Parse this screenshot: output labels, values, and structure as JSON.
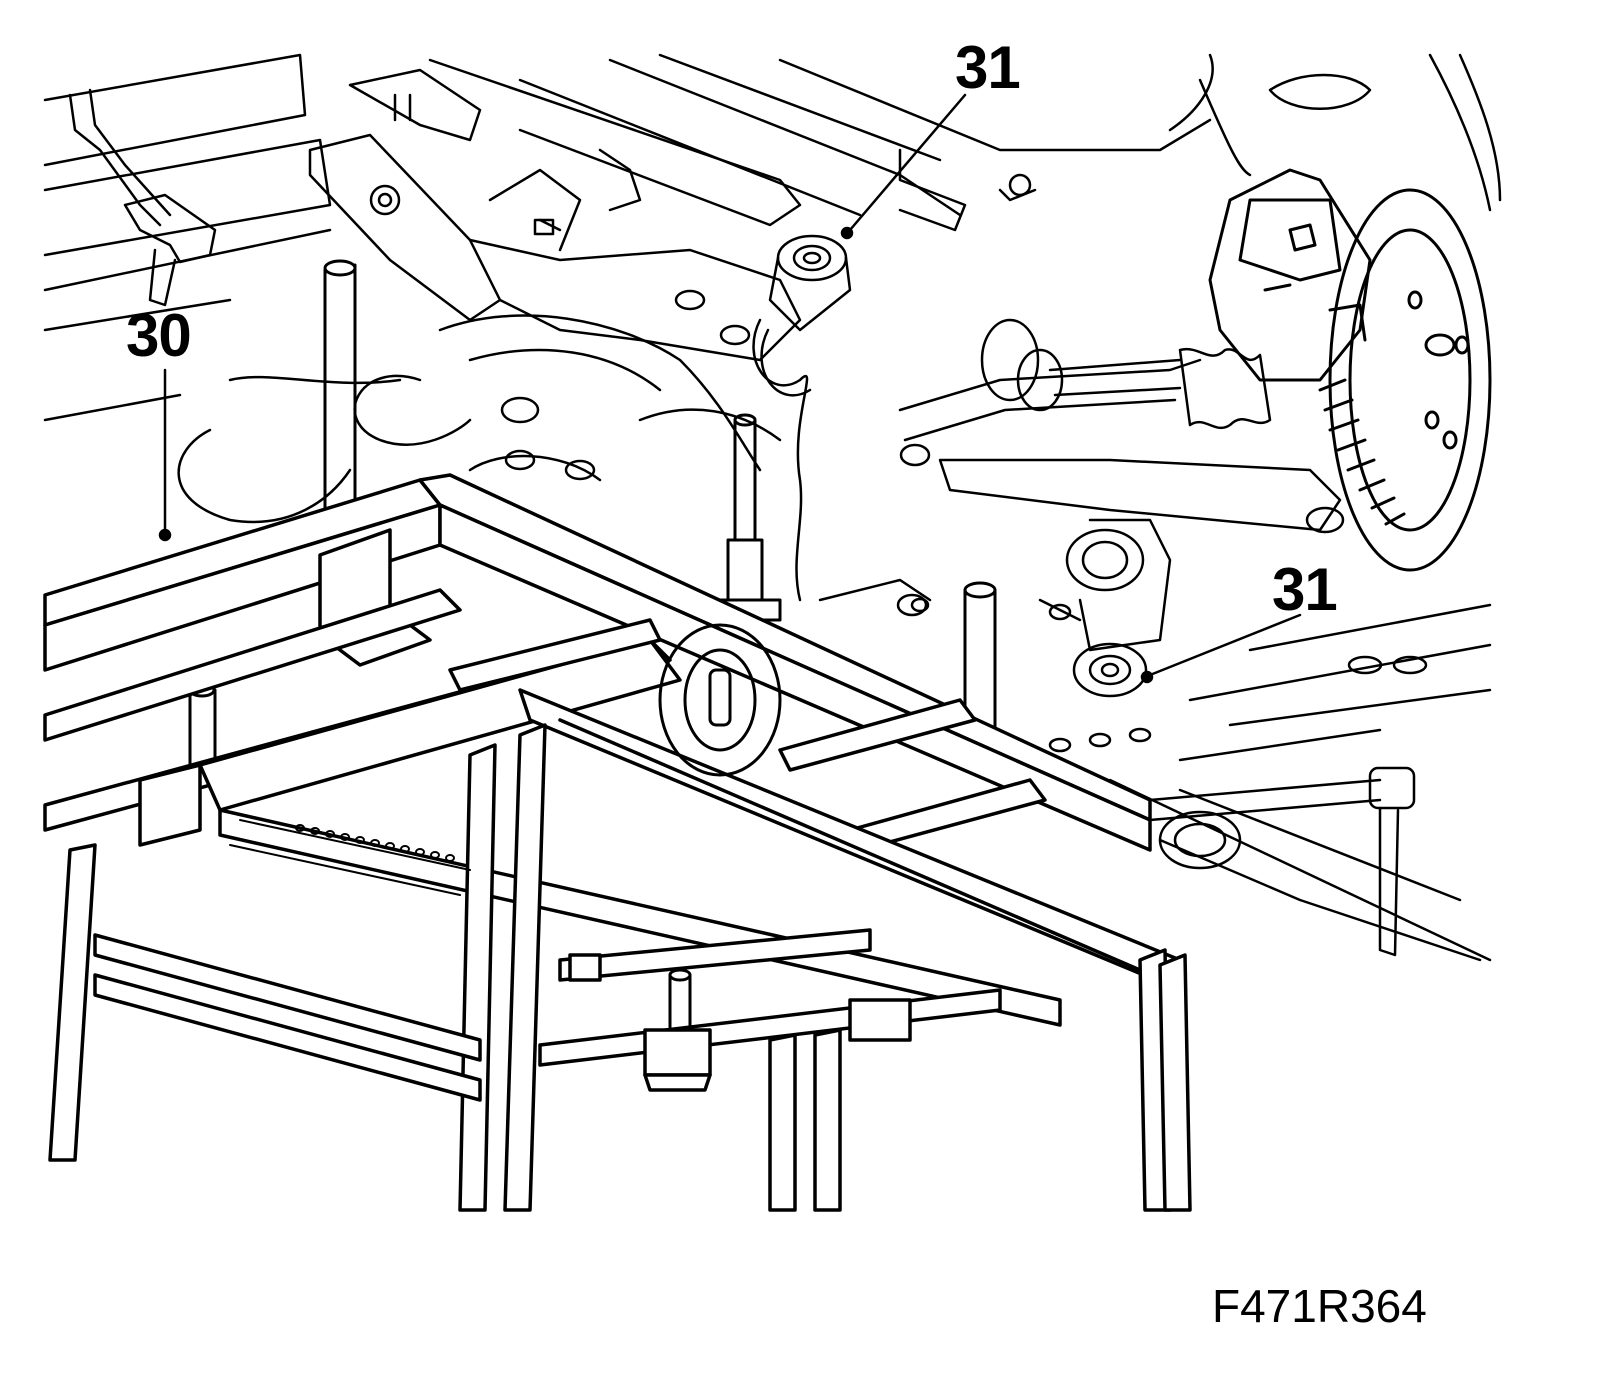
{
  "figure": {
    "callouts": {
      "a": "30",
      "b": "31",
      "c": "31"
    },
    "figure_code": "F471R364"
  },
  "colors": {
    "ink": "#000000",
    "paper": "#ffffff"
  },
  "icons": [
    "subframe-fixture-illustration",
    "pin-icon",
    "bolt-icon",
    "brake-disc-icon",
    "tie-rod-icon"
  ]
}
